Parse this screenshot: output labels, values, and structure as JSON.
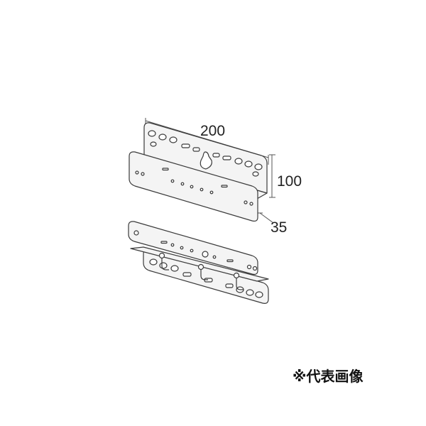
{
  "dimensions": {
    "width": "200",
    "height": "100",
    "depth": "35"
  },
  "caption": "※代表画像",
  "colors": {
    "stroke": "#3a3a3a",
    "fill": "#f4f4f4",
    "hole": "#ffffff",
    "dim_line": "#555555"
  }
}
